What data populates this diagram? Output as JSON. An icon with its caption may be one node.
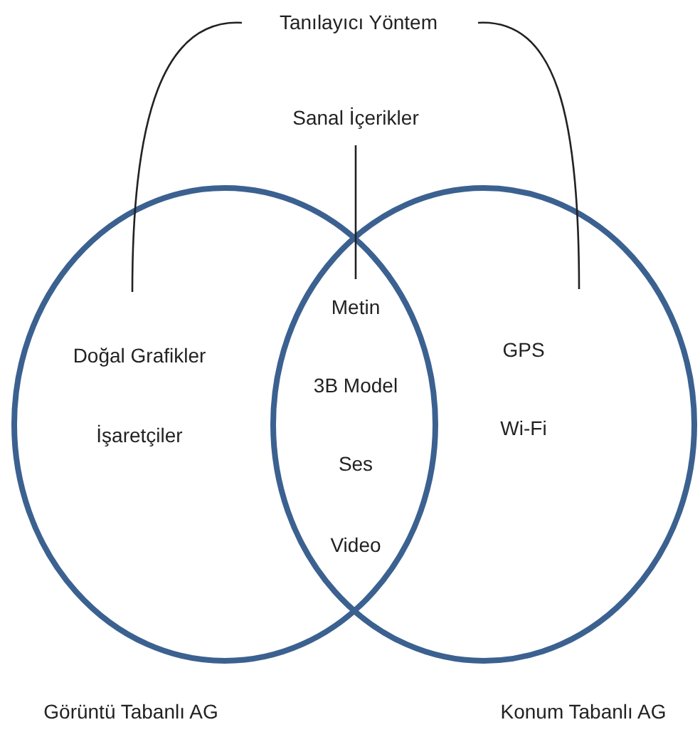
{
  "diagram": {
    "nodes": [
      {
        "text": [
          "Tanılayıcı Yöntem"
        ]
      },
      {
        "text": [
          "Doğal Grafikler",
          "İşaretçiler"
        ]
      },
      {
        "text": [
          "Sanal İçerikler"
        ]
      },
      {
        "text": [
          "Metin",
          "3B Model",
          "Ses",
          "Video"
        ]
      },
      {
        "text": [
          "GPS",
          "Wi-Fi"
        ]
      }
    ],
    "edges": [
      {
        "from": 0,
        "to": 1,
        "arrow": "none"
      },
      {
        "from": 0,
        "to": 4,
        "arrow": "none"
      },
      {
        "from": 2,
        "to": 3,
        "arrow": "none"
      }
    ],
    "labels": [
      "Görüntü Tabanlı AG",
      "Konum Tabanlı AG"
    ]
  }
}
